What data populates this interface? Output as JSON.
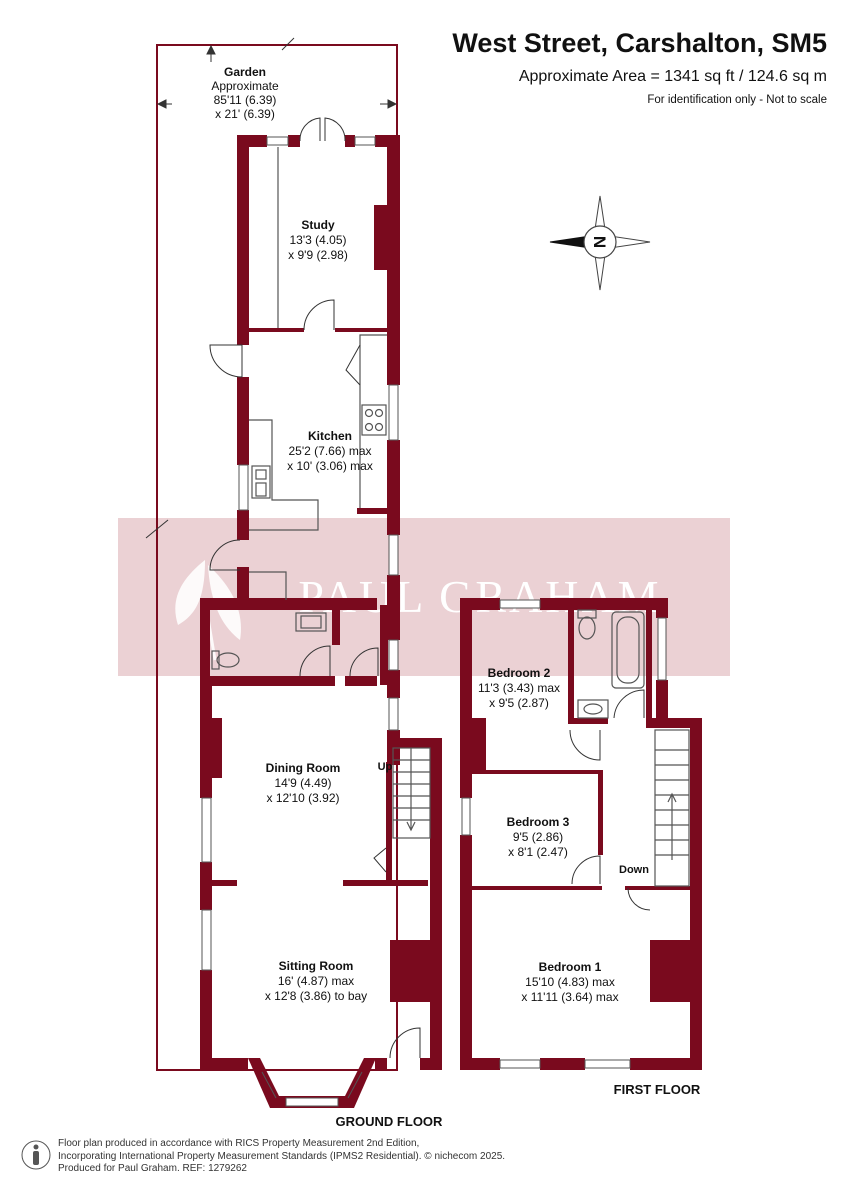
{
  "header": {
    "title": "West Street, Carshalton, SM5",
    "area": "Approximate Area = 1341 sq ft / 124.6 sq m",
    "disclaimer": "For identification only - Not to scale"
  },
  "compass": {
    "label": "N"
  },
  "watermark": {
    "text": "PAUL GRAHAM"
  },
  "rooms": {
    "garden": {
      "name": "Garden",
      "line1": "Approximate",
      "line2": "85'11 (6.39)",
      "line3": "x 21' (6.39)"
    },
    "study": {
      "name": "Study",
      "line1": "13'3 (4.05)",
      "line2": "x 9'9 (2.98)"
    },
    "kitchen": {
      "name": "Kitchen",
      "line1": "25'2 (7.66) max",
      "line2": "x 10' (3.06) max"
    },
    "dining": {
      "name": "Dining Room",
      "line1": "14'9 (4.49)",
      "line2": "x 12'10 (3.92)"
    },
    "sitting": {
      "name": "Sitting Room",
      "line1": "16' (4.87) max",
      "line2": "x 12'8 (3.86) to bay"
    },
    "bedroom2": {
      "name": "Bedroom 2",
      "line1": "11'3 (3.43) max",
      "line2": "x 9'5 (2.87)"
    },
    "bedroom3": {
      "name": "Bedroom 3",
      "line1": "9'5 (2.86)",
      "line2": "x 8'1 (2.47)"
    },
    "bedroom1": {
      "name": "Bedroom 1",
      "line1": "15'10 (4.83) max",
      "line2": "x 11'11 (3.64) max"
    }
  },
  "stairs": {
    "up": "Up",
    "down": "Down"
  },
  "floors": {
    "ground": "GROUND FLOOR",
    "first": "FIRST FLOOR"
  },
  "footer": {
    "line1": "Floor plan produced in accordance with RICS Property Measurement 2nd Edition,",
    "line2": "Incorporating International Property Measurement Standards (IPMS2 Residential).  © nichecom 2025.",
    "line3": "Produced for Paul Graham.   REF: 1279262"
  },
  "colors": {
    "wall": "#7a0a1e",
    "watermark_band": "#e8c9cd"
  }
}
